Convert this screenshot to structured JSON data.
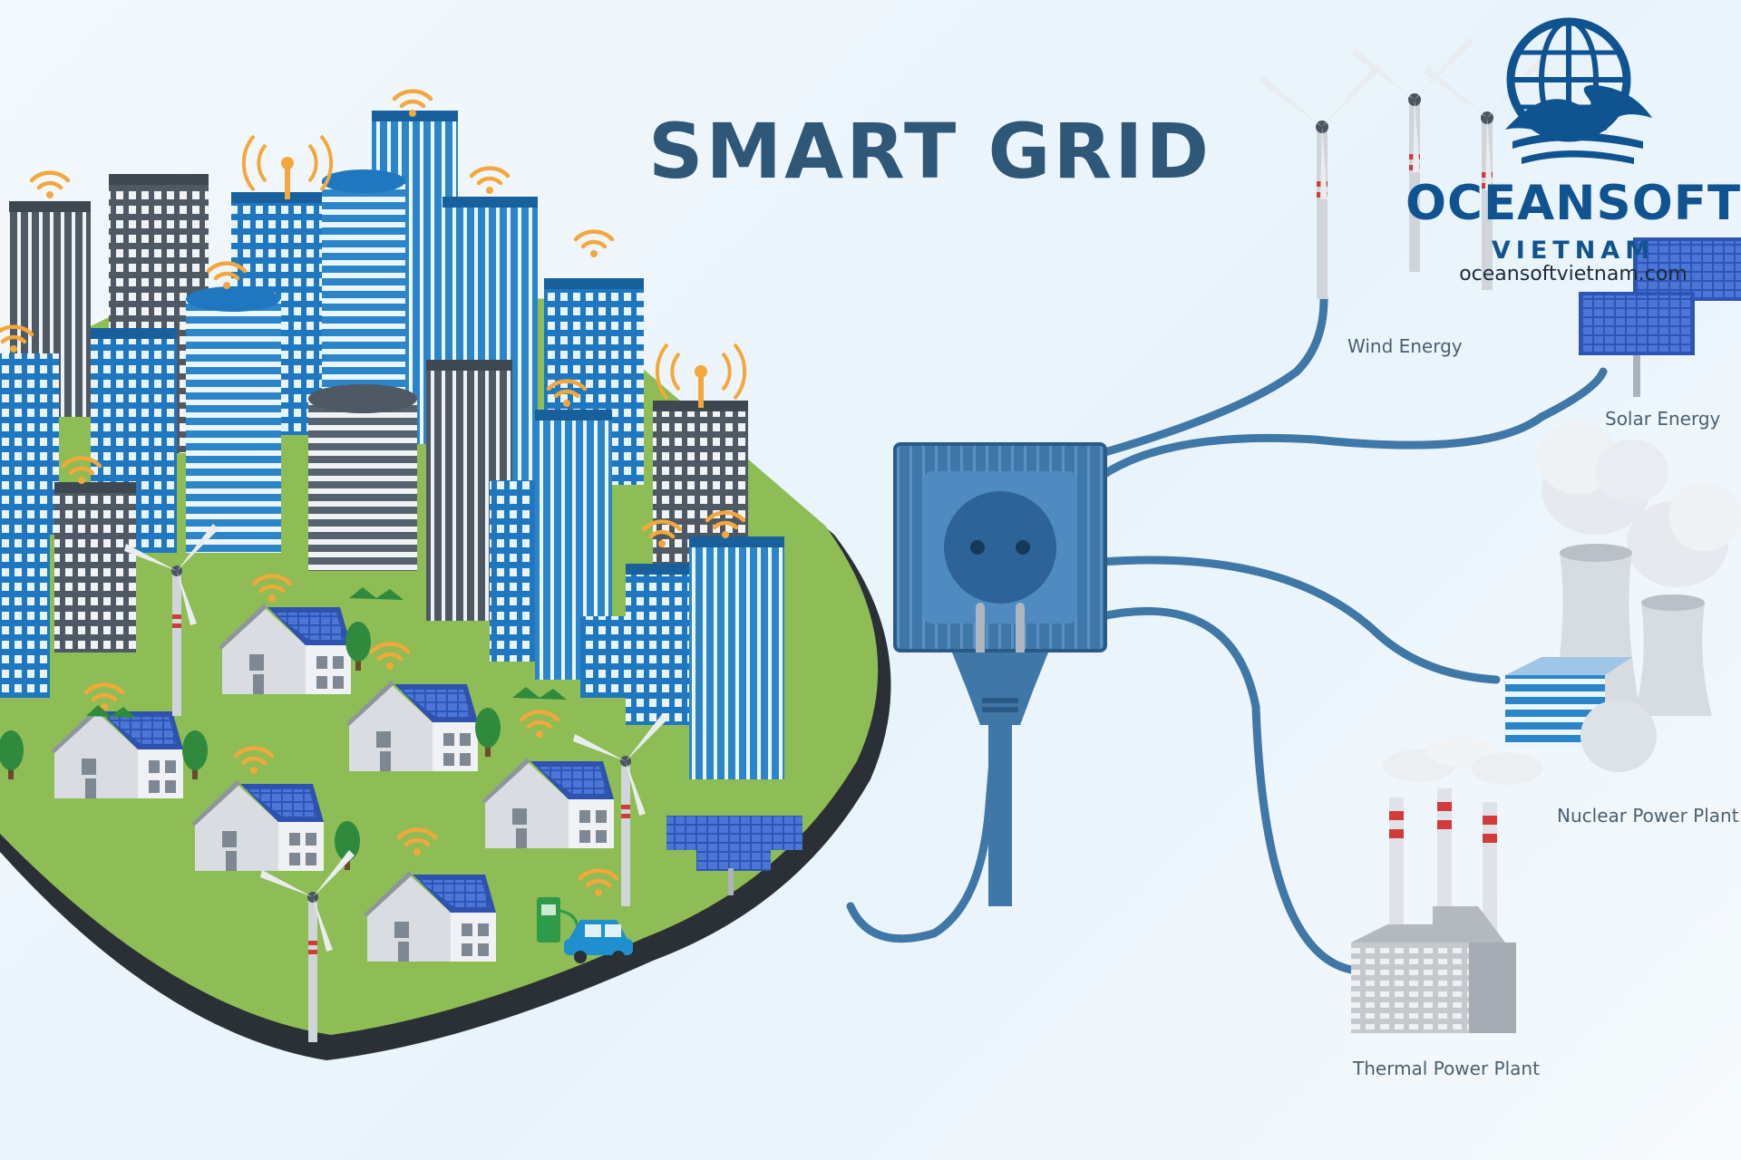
{
  "title": "SMART GRID",
  "sources": {
    "wind": "Wind Energy",
    "solar": "Solar Energy",
    "nuclear": "Nuclear Power Plant",
    "thermal": "Thermal Power Plant"
  },
  "brand": {
    "name": "OCEANSOFT",
    "sub": "VIETNAM",
    "url": "oceansoftvietnam.com"
  },
  "colors": {
    "title": "#2e5778",
    "cable": "#3f77a6",
    "ground": "#8dbd54",
    "brand": "#0f5390"
  },
  "icons": [
    "globe-wave-logo",
    "wind-turbine-icon",
    "solar-panel-icon",
    "nuclear-plant-icon",
    "thermal-plant-icon",
    "power-socket-icon",
    "power-plug-icon",
    "wifi-signal-icon",
    "electric-car-icon",
    "charging-station-icon"
  ]
}
